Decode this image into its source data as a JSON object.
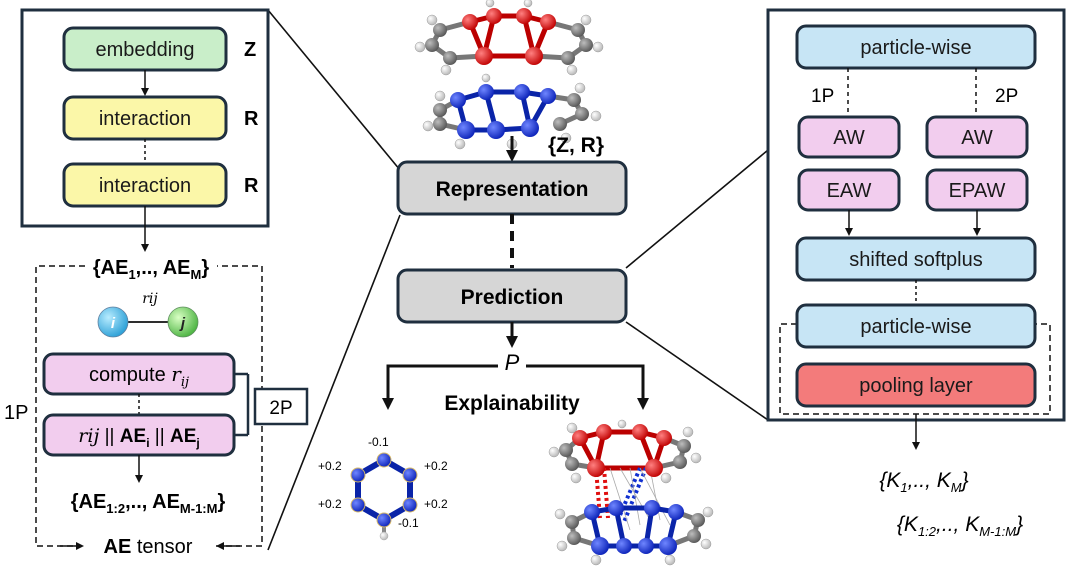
{
  "left": {
    "embedding": "embedding",
    "interaction1": "interaction",
    "interaction2": "interaction",
    "sym_z": "Z",
    "sym_r1": "R",
    "sym_r2": "R",
    "ae_set_prefix": "{AE",
    "ae_set_sub1": "1",
    "ae_set_mid": ",.., AE",
    "ae_set_subM": "M",
    "ae_set_suffix": "}",
    "node_i": "i",
    "node_j": "j",
    "rij_edge": "rij",
    "compute_prefix": "compute ",
    "compute_r": "r",
    "compute_sub": "ij",
    "concat_rij": "rij",
    "concat_sep1": " || ",
    "concat_ae1": "AE",
    "concat_sub_i": "i",
    "concat_sep2": " || ",
    "concat_ae2": "AE",
    "concat_sub_j": "j",
    "label_1p": "1P",
    "label_2p": "2P",
    "pair_prefix": "{AE",
    "pair_sub1": "1:2",
    "pair_mid": ",.., AE",
    "pair_subM": "M-1:M",
    "pair_suffix": "}",
    "tensor_bold": "AE",
    "tensor_rest": " tensor"
  },
  "center": {
    "zr_label": "{Z, R}",
    "representation": "Representation",
    "prediction": "Prediction",
    "p_label": "P",
    "explainability": "Explainability",
    "hex_values": [
      "-0.1",
      "+0.2",
      "+0.2",
      "+0.2",
      "+0.2",
      "-0.1"
    ]
  },
  "right": {
    "particle_wise_top": "particle-wise",
    "label_1p": "1P",
    "label_2p": "2P",
    "aw1": "AW",
    "aw2": "AW",
    "eaw": "EAW",
    "epaw": "EPAW",
    "shifted_softplus": "shifted softplus",
    "particle_wise_bottom": "particle-wise",
    "pooling": "pooling layer",
    "k_prefix": "{K",
    "k_sub1": "1",
    "k_mid": ",.., K",
    "k_subM": "M",
    "k_suffix": "}",
    "kp_prefix": "{K",
    "kp_sub1": "1:2",
    "kp_mid": ",.., K",
    "kp_subM": "M-1:M",
    "kp_suffix": "}"
  },
  "colors": {
    "green": "#c9eec9",
    "yellow": "#fbf7a8",
    "pink": "#f2cdee",
    "blue": "#c7e5f5",
    "gray": "#d6d6d6",
    "red": "#f37b7b",
    "border": "#1f2f3f",
    "atom_red": "#e01010",
    "atom_blue": "#1030d0",
    "atom_gray": "#7a7a7a"
  }
}
